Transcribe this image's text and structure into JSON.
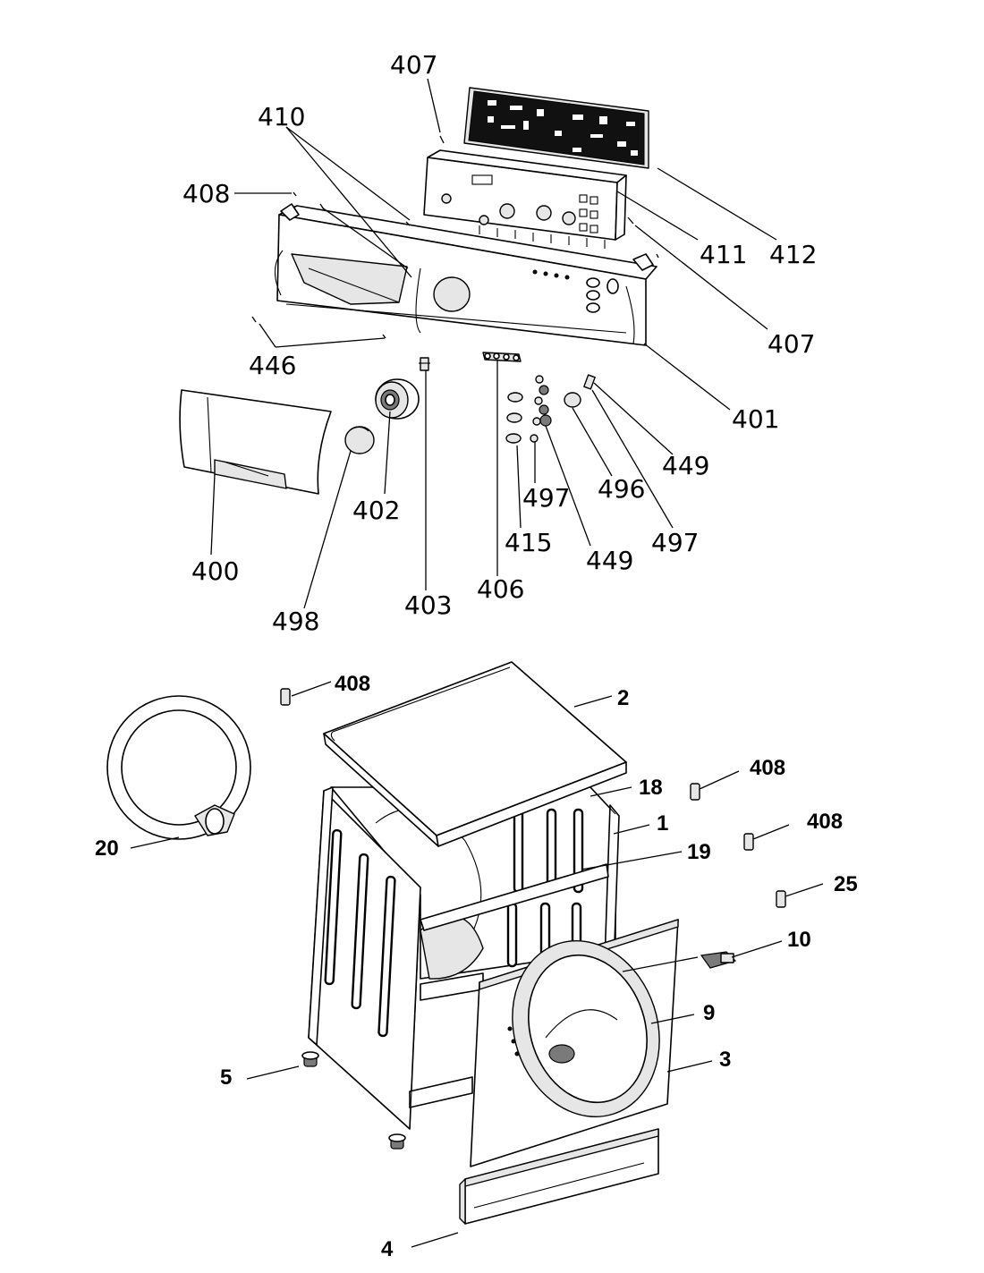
{
  "labels": {
    "l407a": "407",
    "l410": "410",
    "l408a": "408",
    "l411": "411",
    "l412": "412",
    "l407b": "407",
    "l446": "446",
    "l401": "401",
    "l449a": "449",
    "l496": "496",
    "l497a": "497",
    "l497b": "497",
    "l402": "402",
    "l400": "400",
    "l415": "415",
    "l449b": "449",
    "l406": "406",
    "l403": "403",
    "l498": "498",
    "l408b": "408",
    "l2": "2",
    "l408c": "408",
    "l18": "18",
    "l1": "1",
    "l408d": "408",
    "l19": "19",
    "l20": "20",
    "l25": "25",
    "l10": "10",
    "l9": "9",
    "l5": "5",
    "l3": "3",
    "l4": "4"
  },
  "colors": {
    "line": "#000000",
    "fill": "#ffffff",
    "shade": "#e6e6e6",
    "dark": "#111111"
  }
}
